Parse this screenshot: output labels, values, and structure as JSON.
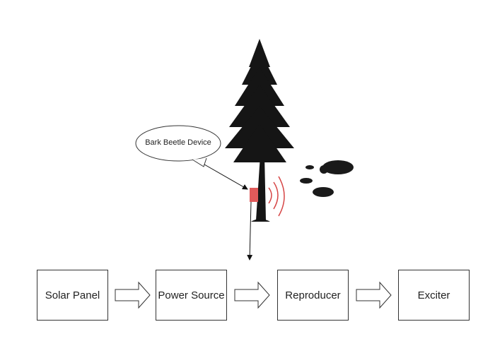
{
  "callout": {
    "label": "Bark Beetle Device"
  },
  "blocks": [
    {
      "label": "Solar Panel"
    },
    {
      "label": "Power Source"
    },
    {
      "label": "Reproducer"
    },
    {
      "label": "Exciter"
    }
  ],
  "icons": [
    "pine-tree-icon",
    "bark-beetle-icon",
    "sound-wave-icon",
    "device-icon"
  ],
  "colors": {
    "device": "#e05a5a",
    "waves": "#d64545",
    "tree": "#111111",
    "beetle": "#1a1a1a"
  }
}
